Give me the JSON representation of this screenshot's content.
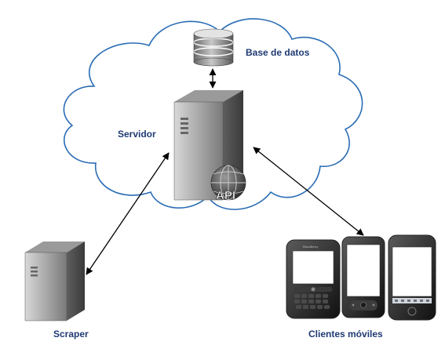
{
  "labels": {
    "database": "Base de datos",
    "server": "Servidor",
    "scraper": "Scraper",
    "clients": "Clientes móviles",
    "api": "API"
  },
  "brand": "BlackBerry",
  "colors": {
    "cloud_stroke": "#2a6db5",
    "label_text": "#1f3a73",
    "arrow": "#000000"
  },
  "nodes": [
    {
      "id": "database",
      "icon": "database-icon"
    },
    {
      "id": "server",
      "icon": "server-tower-icon"
    },
    {
      "id": "scraper",
      "icon": "server-tower-icon"
    },
    {
      "id": "clients",
      "icon": "mobile-phones-icon"
    }
  ],
  "connections": [
    {
      "from": "server",
      "to": "database",
      "direction": "both"
    },
    {
      "from": "server",
      "to": "scraper",
      "direction": "both"
    },
    {
      "from": "server",
      "to": "clients",
      "direction": "both"
    }
  ]
}
